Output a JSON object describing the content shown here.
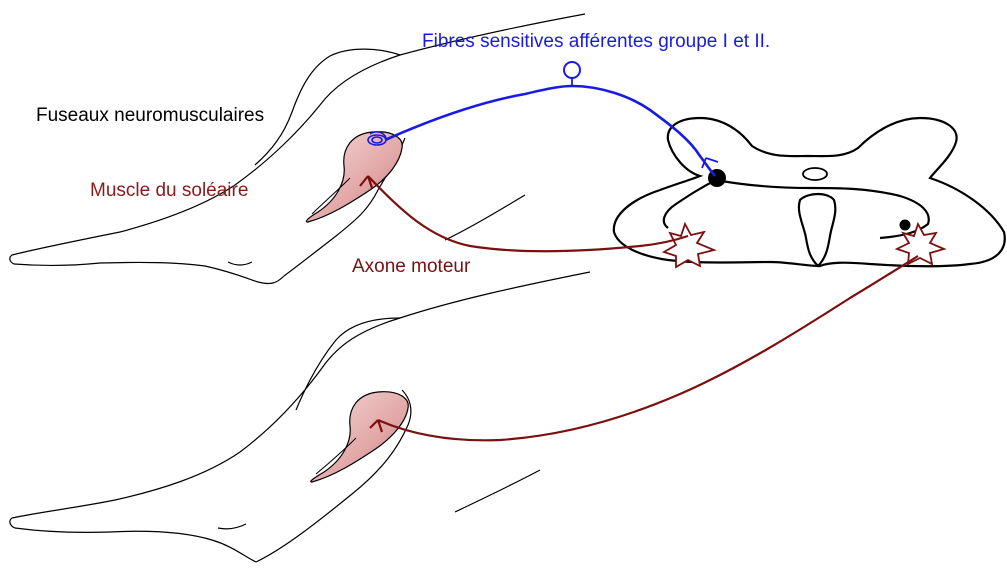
{
  "labels": {
    "afferent_fibres": "Fibres sensitives afférentes groupe I et II.",
    "muscle_spindles": "Fuseaux neuromusculaires",
    "soleus_muscle": "Muscle du soléaire",
    "motor_axon": "Axone moteur"
  },
  "colors": {
    "afferent": "#1a1ae6",
    "motor": "#7a1010",
    "outline": "#000000",
    "muscle_fill": "#e8b4b4",
    "label_dark": "#000000"
  }
}
